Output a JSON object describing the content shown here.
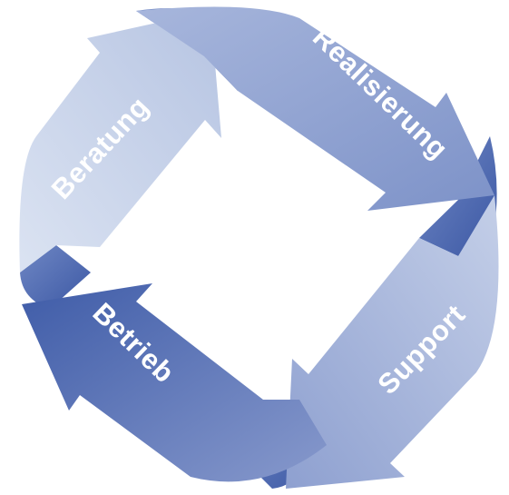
{
  "diagram": {
    "steps": [
      {
        "label": "Beratung",
        "color": "#c3cfe6"
      },
      {
        "label": "Realisierung",
        "color": "#8fa1cf"
      },
      {
        "label": "Support",
        "color": "#a4b4da"
      },
      {
        "label": "Betrieb",
        "color": "#4f6bb3"
      }
    ],
    "fold_color": "#4a66ae",
    "background": "#ffffff"
  }
}
